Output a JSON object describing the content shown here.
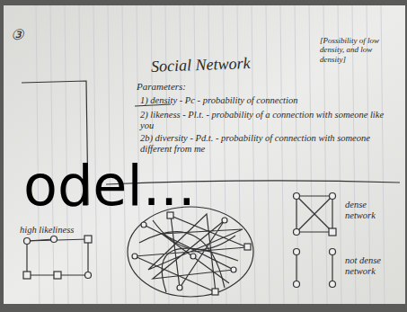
{
  "diagram": {
    "title": "Social Network",
    "labels": [
      "③",
      "[Possibility of low density, and low density]",
      "Parameters:",
      "1) density - Pc - probability of connection",
      "2) likeness - Pl.t. - probability of a connection with someone like you",
      "2b) diversity - Pd.t. - probability of connection with someone different from me",
      "high likeliness",
      "dense network",
      "not dense network",
      "odel..."
    ]
  }
}
